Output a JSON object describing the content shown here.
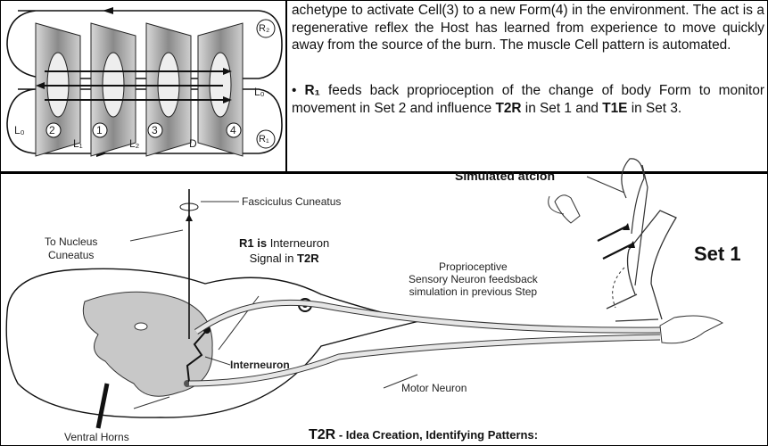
{
  "top_text": {
    "paragraph_1": "achetype to activate Cell(3) to a new Form(4) in the environment. The act is a regenerative reflex the Host has learned from experience to move quickly away from the source of the burn. The muscle Cell pattern is automated.",
    "bullet": "•",
    "r1_sym": "R₁",
    "paragraph_2_middle": " feeds back proprioception of the change of body Form to monitor movement in Set 2 and influence ",
    "t2r": "T2R",
    "paragraph_2_middle_2": " in Set 1 and ",
    "t1e": "T1E",
    "paragraph_2_end": " in Set 3."
  },
  "cell_diagram": {
    "cells": [
      "2",
      "1",
      "3",
      "4"
    ],
    "loops": [
      "R₂",
      "R₁"
    ],
    "left_label": "L₀",
    "right_label": "L₀",
    "bottom_labels": [
      "L₁",
      "L₂",
      "D"
    ]
  },
  "neuro_diagram": {
    "simulated_action": "Simulated atcion",
    "fasciculus": "Fasciculus Cuneatus",
    "nucleus_line1": "To Nucleus",
    "nucleus_line2": "Cuneatus",
    "r1_title_bold": "R1 is",
    "r1_title_rest": " Interneuron",
    "r1_signal_rest": "Signal in ",
    "r1_signal_bold": "T2R",
    "proprio_line1": "Proprioceptive",
    "proprio_line2": "Sensory Neuron feedsback",
    "proprio_line3": "simulation in previous Step",
    "set_label": "Set 1",
    "interneuron": "Interneuron",
    "motor_neuron": "Motor Neuron",
    "ventral_horns": "Ventral Horns",
    "caption_bold": "T2R",
    "caption_rest": " - Idea Creation, Identifying Patterns:"
  }
}
